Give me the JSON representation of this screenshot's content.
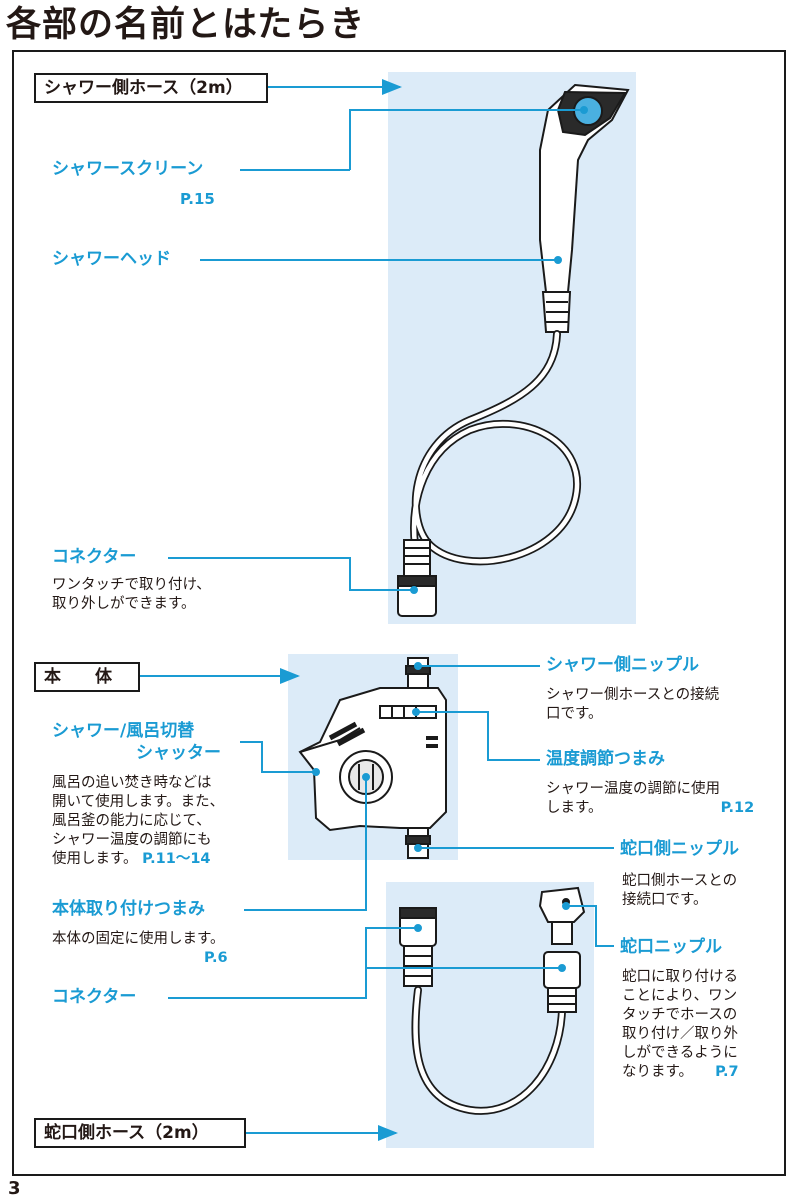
{
  "page": {
    "title": "各部の名前とはたらき",
    "page_number": "3"
  },
  "sections": {
    "shower_hose": "シャワー側ホース（2m）",
    "main_body": "本　　体",
    "faucet_hose": "蛇口側ホース（2m）"
  },
  "parts": {
    "shower_screen": {
      "label": "シャワースクリーン",
      "ref": "P.15"
    },
    "shower_head": {
      "label": "シャワーヘッド"
    },
    "connector_top": {
      "label": "コネクター",
      "desc1": "ワンタッチで取り付け、",
      "desc2": "取り外しができます。"
    },
    "shower_nipple": {
      "label": "シャワー側ニップル",
      "desc1": "シャワー側ホースとの接続",
      "desc2": "口です。"
    },
    "temp_knob": {
      "label": "温度調節つまみ",
      "desc1": "シャワー温度の調節に使用",
      "desc2": "します。",
      "ref": "P.12"
    },
    "switch_shutter": {
      "label1": "シャワー/風呂切替",
      "label2": "シャッター",
      "desc1": "風呂の追い焚き時などは",
      "desc2": "開いて使用します。また、",
      "desc3": "風呂釜の能力に応じて、",
      "desc4": "シャワー温度の調節にも",
      "desc5": "使用します。",
      "ref": "P.11〜14"
    },
    "faucet_side_nipple": {
      "label": "蛇口側ニップル",
      "desc1": "蛇口側ホースとの",
      "desc2": "接続口です。"
    },
    "mount_knob": {
      "label": "本体取り付けつまみ",
      "desc": "本体の固定に使用します。",
      "ref": "P.6"
    },
    "faucet_nipple": {
      "label": "蛇口ニップル",
      "desc1": "蛇口に取り付ける",
      "desc2": "ことにより、ワン",
      "desc3": "タッチでホースの",
      "desc4": "取り付け／取り外",
      "desc5": "しができるように",
      "desc6": "なります。",
      "ref": "P.7"
    },
    "connector_bottom": {
      "label": "コネクター"
    }
  },
  "colors": {
    "accent": "#1a9bd3",
    "panel": "#dcebf8",
    "ink": "#231815"
  }
}
